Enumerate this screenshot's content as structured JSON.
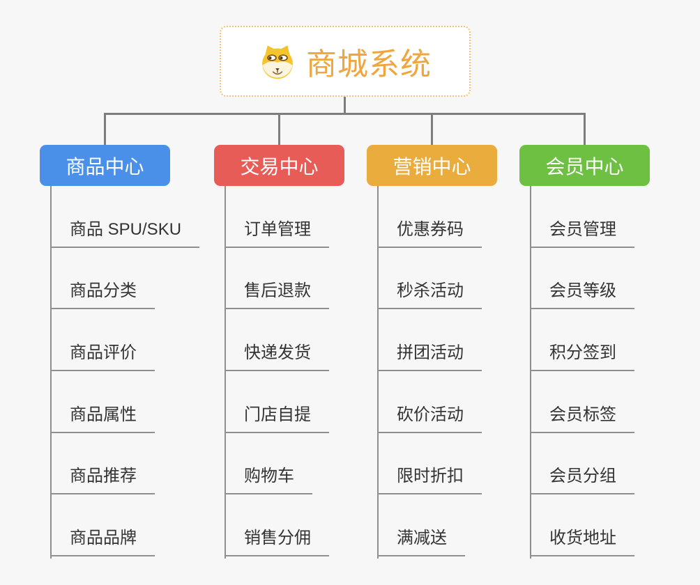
{
  "app": {
    "background": "#f7f7f7",
    "connector_color": "#7d7d7d",
    "leaf_line_color": "#8f8f8f"
  },
  "root": {
    "label": "商城系统",
    "icon": "doge-icon",
    "text_color": "#f0a63e",
    "border_color": "#f4c279"
  },
  "branches": [
    {
      "label": "商品中心",
      "color": "#4a90e8",
      "children": [
        "商品 SPU/SKU",
        "商品分类",
        "商品评价",
        "商品属性",
        "商品推荐",
        "商品品牌"
      ]
    },
    {
      "label": "交易中心",
      "color": "#e85c58",
      "children": [
        "订单管理",
        "售后退款",
        "快递发货",
        "门店自提",
        "购物车",
        "销售分佣"
      ]
    },
    {
      "label": "营销中心",
      "color": "#ebac3e",
      "children": [
        "优惠券码",
        "秒杀活动",
        "拼团活动",
        "砍价活动",
        "限时折扣",
        "满减送"
      ]
    },
    {
      "label": "会员中心",
      "color": "#6ec042",
      "children": [
        "会员管理",
        "会员等级",
        "积分签到",
        "会员标签",
        "会员分组",
        "收货地址"
      ]
    }
  ]
}
